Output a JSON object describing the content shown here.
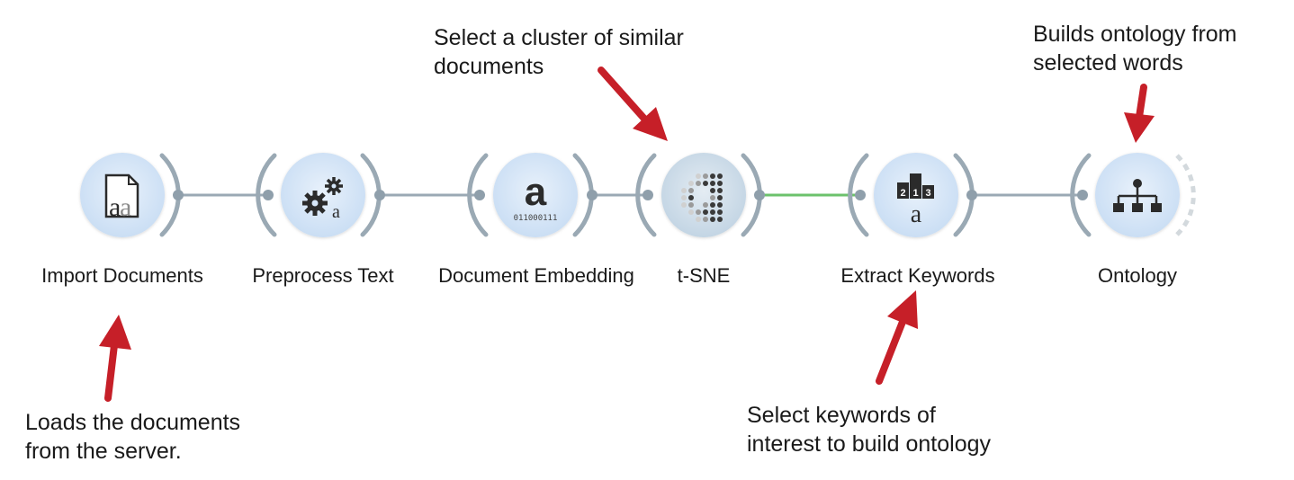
{
  "nodes": [
    {
      "id": "import-documents",
      "label": "Import Documents",
      "icon": "document-a-icon"
    },
    {
      "id": "preprocess-text",
      "label": "Preprocess Text",
      "icon": "gears-a-icon"
    },
    {
      "id": "document-embedding",
      "label": "Document Embedding",
      "icon": "a-binary-icon",
      "icon_text": "011000111"
    },
    {
      "id": "t-sne",
      "label": "t-SNE",
      "icon": "dot-grid-icon",
      "selected": true
    },
    {
      "id": "extract-keywords",
      "label": "Extract Keywords",
      "icon": "podium-a-icon",
      "icon_text": [
        "2",
        "1",
        "3"
      ]
    },
    {
      "id": "ontology",
      "label": "Ontology",
      "icon": "hierarchy-icon"
    }
  ],
  "links": [
    {
      "from": "import-documents",
      "to": "preprocess-text",
      "active": false
    },
    {
      "from": "preprocess-text",
      "to": "document-embedding",
      "active": false
    },
    {
      "from": "document-embedding",
      "to": "t-sne",
      "active": false
    },
    {
      "from": "t-sne",
      "to": "extract-keywords",
      "active": true
    },
    {
      "from": "extract-keywords",
      "to": "ontology",
      "active": false
    }
  ],
  "annotations": {
    "tsne": "Select a cluster of similar\ndocuments",
    "ontology": "Builds ontology from\nselected words",
    "import": "Loads the documents\nfrom the server.",
    "keywords": "Select keywords of\ninterest to build ontology"
  },
  "colors": {
    "node_fill": "#d6e6f8",
    "node_fill_selected": "#cfdde9",
    "arc": "#9aa9b4",
    "link": "#9aa9b4",
    "link_active": "#6cc26c",
    "arrow": "#c61f28",
    "icon": "#2b2b2b"
  }
}
